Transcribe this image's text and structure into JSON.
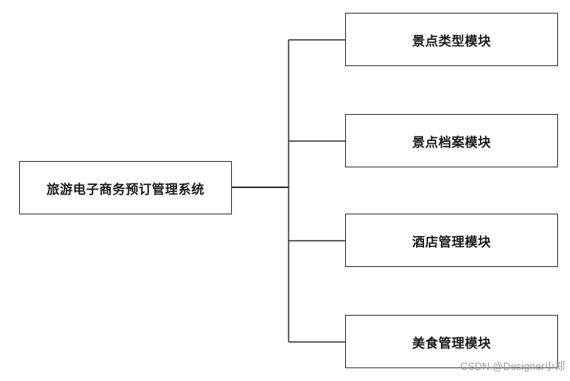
{
  "root": {
    "label": "旅游电子商务预订管理系统"
  },
  "children": [
    {
      "label": "景点类型模块"
    },
    {
      "label": "景点档案模块"
    },
    {
      "label": "酒店管理模块"
    },
    {
      "label": "美食管理模块"
    }
  ],
  "watermark": "CSDN @Designer小郑",
  "colors": {
    "line": "#333333",
    "text": "#1a1a1a",
    "watermark": "#9a9a9a"
  }
}
